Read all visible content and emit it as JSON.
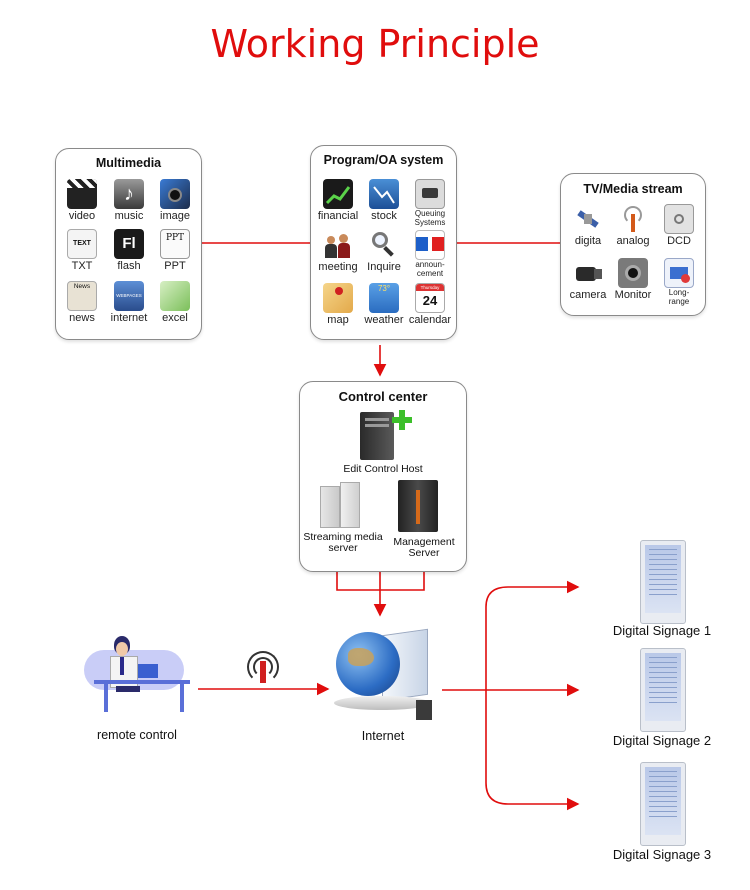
{
  "title": "Working Principle",
  "multimedia": {
    "title": "Multimedia",
    "items": [
      {
        "label": "video",
        "icon": "clapperboard-icon"
      },
      {
        "label": "music",
        "icon": "music-icon"
      },
      {
        "label": "image",
        "icon": "camera-icon"
      },
      {
        "label": "TXT",
        "icon": "txt-file-icon",
        "text": "TEXT"
      },
      {
        "label": "flash",
        "icon": "flash-icon",
        "text": "Fl"
      },
      {
        "label": "PPT",
        "icon": "ppt-icon",
        "text": "PPT"
      },
      {
        "label": "news",
        "icon": "news-icon",
        "text": "News"
      },
      {
        "label": "internet",
        "icon": "webpage-icon",
        "text": "WEBPAGES"
      },
      {
        "label": "excel",
        "icon": "excel-icon"
      }
    ]
  },
  "program": {
    "title": "Program/OA system",
    "items": [
      {
        "label": "financial",
        "icon": "financial-chart-icon"
      },
      {
        "label": "stock",
        "icon": "stock-icon"
      },
      {
        "label": "Queuing Systems",
        "icon": "queuing-icon"
      },
      {
        "label": "meeting",
        "icon": "meeting-icon"
      },
      {
        "label": "Inquire",
        "icon": "magnifier-icon"
      },
      {
        "label": "announ-cement",
        "icon": "announcement-icon"
      },
      {
        "label": "map",
        "icon": "map-icon"
      },
      {
        "label": "weather",
        "icon": "weather-icon",
        "text": "73°"
      },
      {
        "label": "calendar",
        "icon": "calendar-icon",
        "text": "24",
        "month": "Thursday"
      }
    ]
  },
  "tv": {
    "title": "TV/Media stream",
    "items": [
      {
        "label": "digita",
        "icon": "satellite-icon"
      },
      {
        "label": "analog",
        "icon": "antenna-icon"
      },
      {
        "label": "DCD",
        "icon": "dcd-icon"
      },
      {
        "label": "camera",
        "icon": "video-camera-icon"
      },
      {
        "label": "Monitor",
        "icon": "monitor-camera-icon"
      },
      {
        "label": "Long-range",
        "icon": "long-range-icon"
      }
    ]
  },
  "control": {
    "title": "Control center",
    "host": "Edit Control Host",
    "streaming": "Streaming media server",
    "management": "Management Server"
  },
  "remote": "remote control",
  "internet": "Internet",
  "signage": [
    "Digital Signage 1",
    "Digital Signage 2",
    "Digital Signage 3"
  ],
  "colors": {
    "accent": "#e00d0d",
    "border": "#8a8a8a"
  }
}
